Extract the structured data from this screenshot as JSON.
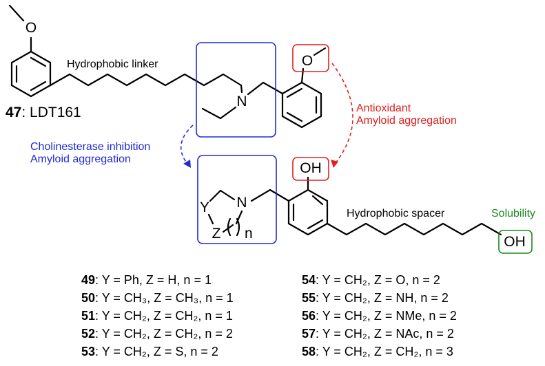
{
  "colors": {
    "blue": "#1f2ad6",
    "red": "#e0201f",
    "green": "#1a8a1a",
    "black": "#000000"
  },
  "top_molecule": {
    "number": "47",
    "name": ": LDT161",
    "linker_label": "Hydrophobic linker",
    "atom_o_methoxy": "O",
    "atom_n": "N",
    "atom_o_red": "O"
  },
  "annotations": {
    "blue": [
      "Cholinesterase inhibition",
      "Amyloid aggregation"
    ],
    "red": [
      "Antioxidant",
      "Amyloid aggregation"
    ],
    "green": "Solubility"
  },
  "bottom_molecule": {
    "oh_top": "OH",
    "oh_right": "OH",
    "spacer_label": "Hydrophobic spacer",
    "ring_n": "N",
    "ring_y": "Y",
    "ring_z": "Z",
    "ring_n_sub": "n"
  },
  "compounds_left": [
    {
      "num": "49",
      "text": ": Y = Ph, Z = H, n = 1"
    },
    {
      "num": "50",
      "text": ": Y = CH₃, Z = CH₃, n = 1"
    },
    {
      "num": "51",
      "text": ": Y = CH₂, Z = CH₂, n = 1"
    },
    {
      "num": "52",
      "text": ": Y = CH₂, Z = CH₂, n = 2"
    },
    {
      "num": "53",
      "text": ": Y = CH₂, Z = S, n = 2"
    }
  ],
  "compounds_right": [
    {
      "num": "54",
      "text": ": Y = CH₂, Z = O, n = 2"
    },
    {
      "num": "55",
      "text": ": Y = CH₂, Z = NH,  n = 2"
    },
    {
      "num": "56",
      "text": ": Y = CH₂, Z = NMe, n = 2"
    },
    {
      "num": "57",
      "text": ": Y = CH₂, Z = NAc, n = 2"
    },
    {
      "num": "58",
      "text": ": Y = CH₂, Z = CH₂, n = 3"
    }
  ]
}
